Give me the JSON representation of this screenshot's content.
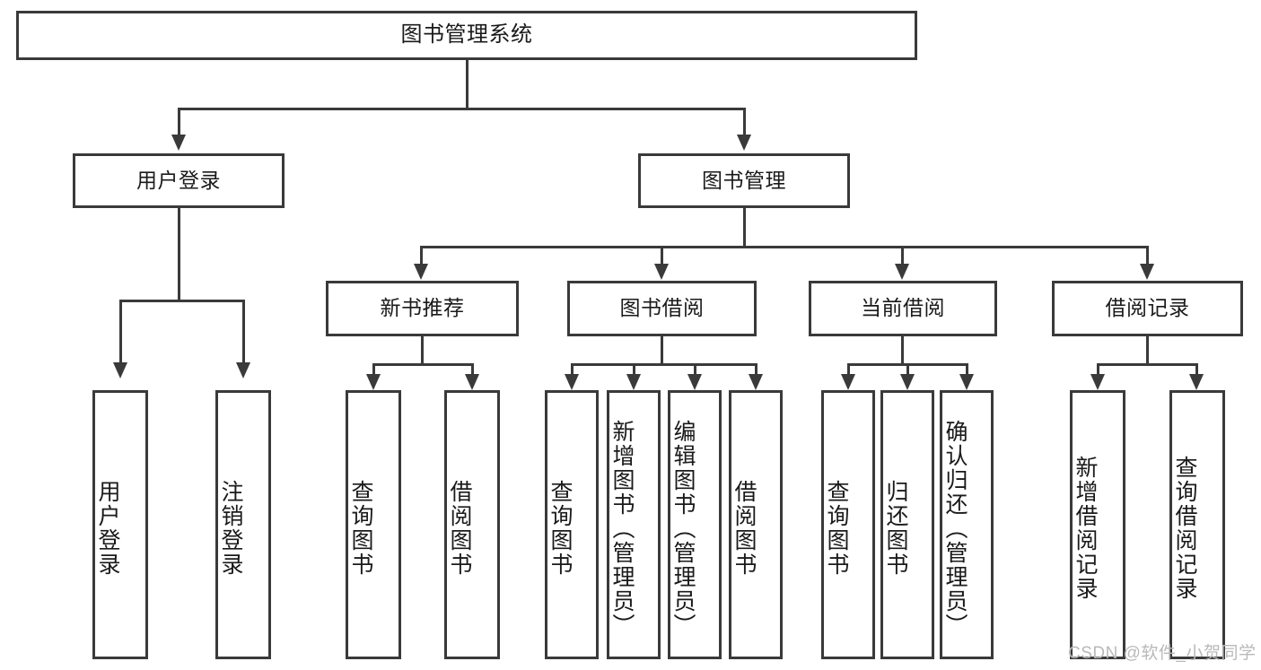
{
  "diagram": {
    "title": "图书管理系统",
    "root": {
      "label": "图书管理系统"
    },
    "level2": [
      {
        "label": "用户登录"
      },
      {
        "label": "图书管理"
      }
    ],
    "level3": [
      {
        "label": "新书推荐"
      },
      {
        "label": "图书借阅"
      },
      {
        "label": "当前借阅"
      },
      {
        "label": "借阅记录"
      }
    ],
    "leaves": {
      "user_login": [
        {
          "label": "用户登录"
        },
        {
          "label": "注销登录"
        }
      ],
      "new_book_recommend": [
        {
          "label": "查询图书"
        },
        {
          "label": "借阅图书"
        }
      ],
      "book_borrow": [
        {
          "label": "查询图书"
        },
        {
          "label": "新增图书（管理员）"
        },
        {
          "label": "编辑图书（管理员）"
        },
        {
          "label": "借阅图书"
        }
      ],
      "current_borrow": [
        {
          "label": "查询图书"
        },
        {
          "label": "归还图书"
        },
        {
          "label": "确认归还（管理员）"
        }
      ],
      "borrow_record": [
        {
          "label": "新增借阅记录"
        },
        {
          "label": "查询借阅记录"
        }
      ]
    }
  },
  "watermark": {
    "text": "CSDN @软件_小贺同学"
  },
  "colors": {
    "stroke": "#3a3a3a",
    "text": "#1a1a1a",
    "background": "#ffffff",
    "watermark": "#b9b9b9"
  }
}
